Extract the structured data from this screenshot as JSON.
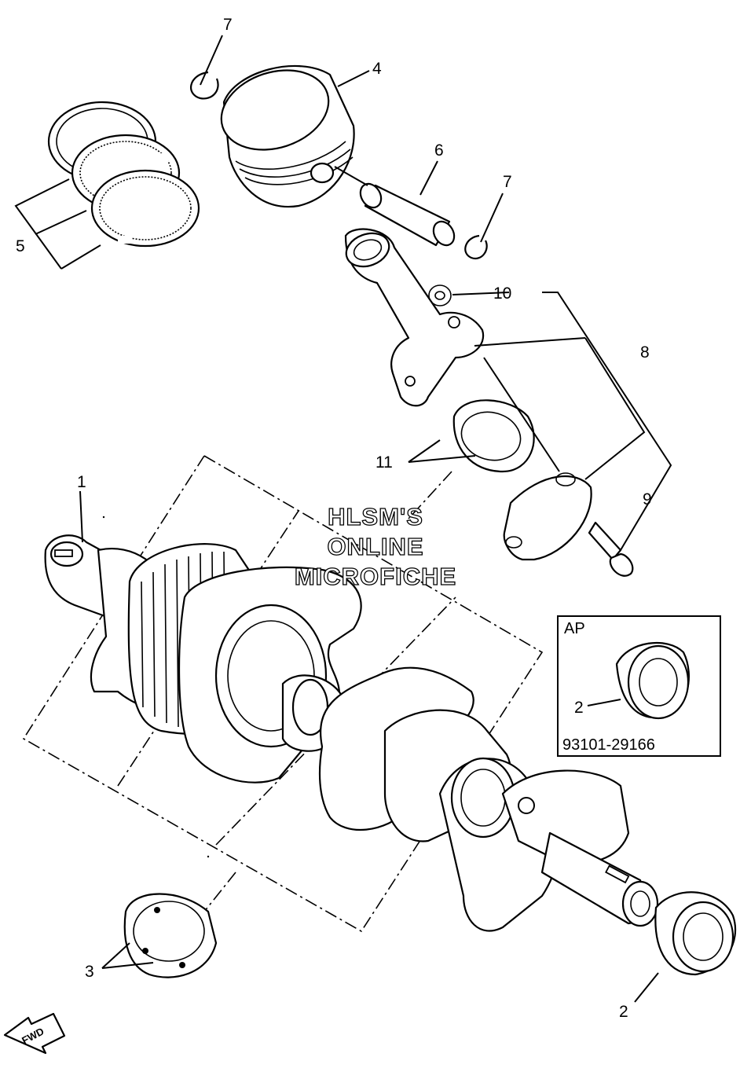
{
  "callouts": {
    "c1": "1",
    "c2_inset": "2",
    "c2_bottom": "2",
    "c3": "3",
    "c4": "4",
    "c5": "5",
    "c6": "6",
    "c7_top": "7",
    "c7_right": "7",
    "c8": "8",
    "c9": "9",
    "c10": "10",
    "c11": "11"
  },
  "watermark": {
    "line1": "HLSM'S",
    "line2": "ONLINE",
    "line3": "MICROFICHE"
  },
  "inset": {
    "label": "AP",
    "part_number": "93101-29166"
  },
  "fwd_label": "FWD"
}
